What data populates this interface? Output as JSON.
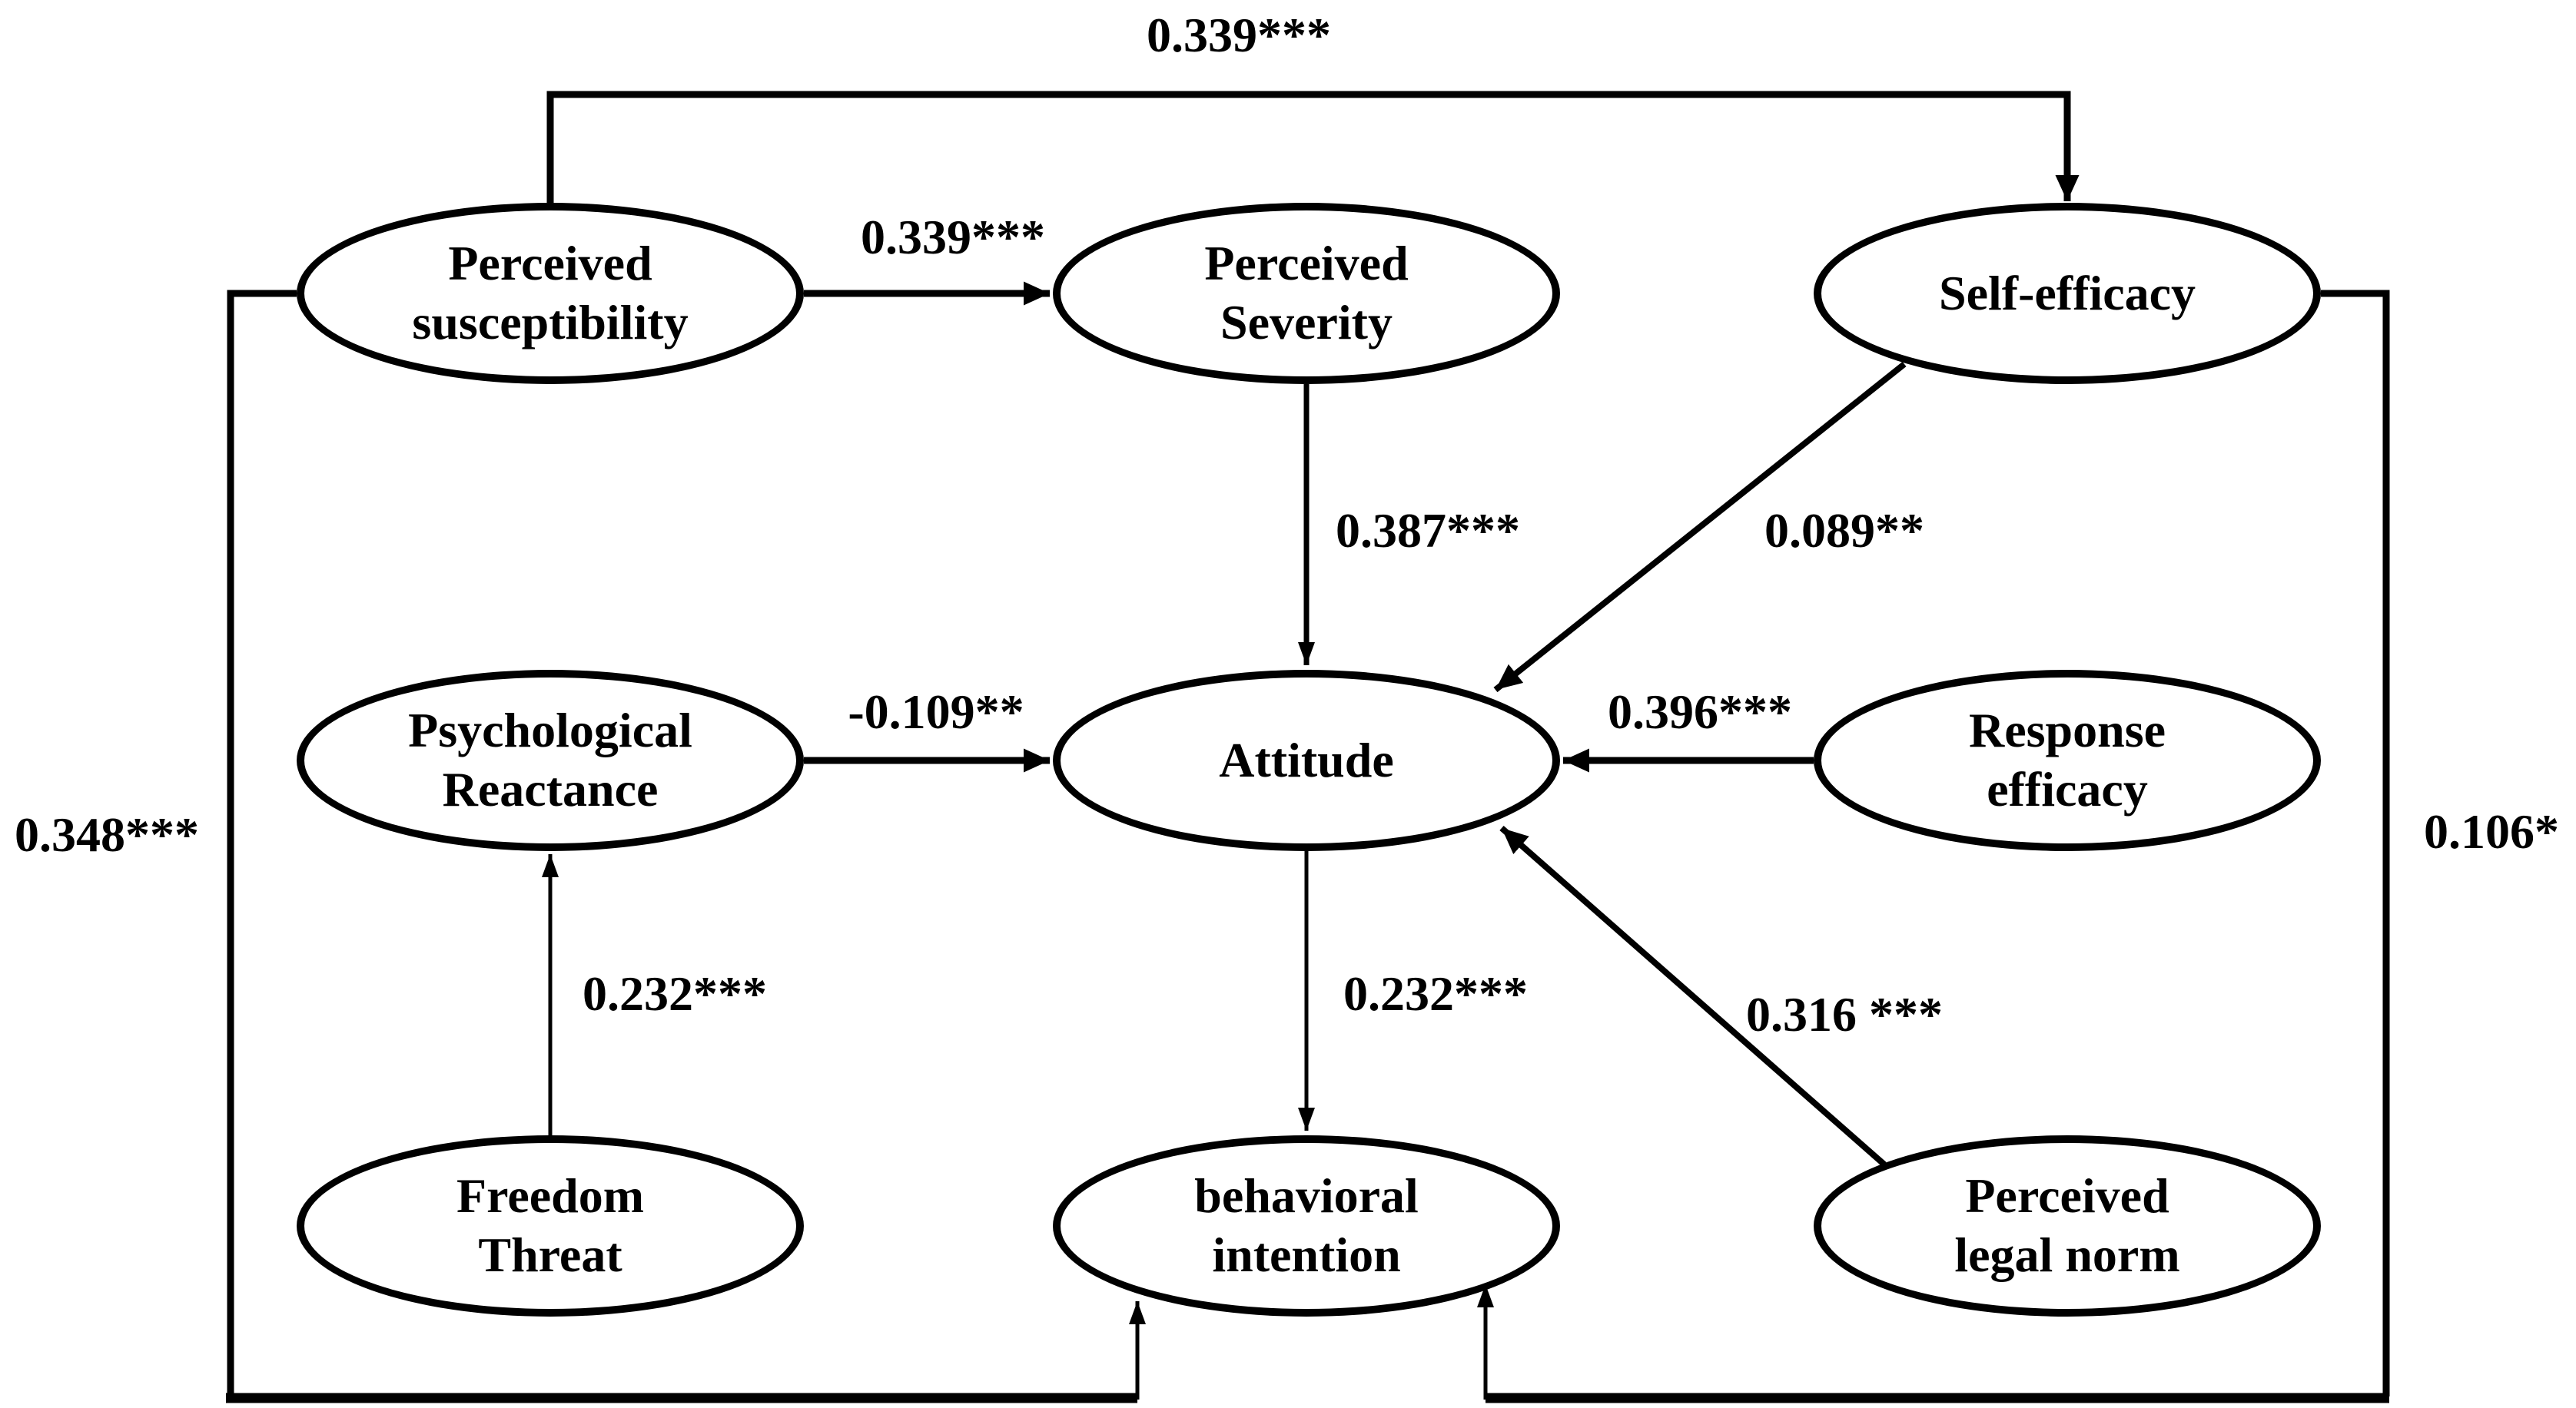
{
  "figure": {
    "background_color": "#ffffff",
    "line_color": "#000000",
    "text_color": "#000000"
  },
  "diagram": {
    "nodes": {
      "perceived_susceptibility": {
        "label": "Perceived susceptibility",
        "lines": [
          "Perceived",
          "susceptibility"
        ]
      },
      "perceived_severity": {
        "label": "Perceived Severity",
        "lines": [
          "Perceived",
          "Severity"
        ]
      },
      "self_efficacy": {
        "label": "Self-efficacy",
        "lines": [
          "Self-efficacy"
        ]
      },
      "psychological_reactance": {
        "label": "Psychological Reactance",
        "lines": [
          "Psychological",
          "Reactance"
        ]
      },
      "attitude": {
        "label": "Attitude",
        "lines": [
          "Attitude"
        ]
      },
      "response_efficacy": {
        "label": "Response efficacy",
        "lines": [
          "Response",
          "efficacy"
        ]
      },
      "freedom_threat": {
        "label": "Freedom Threat",
        "lines": [
          "Freedom",
          "Threat"
        ]
      },
      "behavioral_intention": {
        "label": "behavioral intention",
        "lines": [
          "behavioral",
          "intention"
        ]
      },
      "perceived_legal_norm": {
        "label": "Perceived legal norm",
        "lines": [
          "Perceived",
          "legal norm"
        ]
      }
    },
    "edges": [
      {
        "from": "Perceived susceptibility",
        "to": "Self-efficacy",
        "label": "0.339***"
      },
      {
        "from": "Perceived susceptibility",
        "to": "Perceived Severity",
        "label": "0.339***"
      },
      {
        "from": "Perceived Severity",
        "to": "Attitude",
        "label": "0.387***"
      },
      {
        "from": "Self-efficacy",
        "to": "Attitude",
        "label": "0.089**"
      },
      {
        "from": "Psychological Reactance",
        "to": "Attitude",
        "label": "-0.109**"
      },
      {
        "from": "Response efficacy",
        "to": "Attitude",
        "label": "0.396***"
      },
      {
        "from": "Freedom Threat",
        "to": "Psychological Reactance",
        "label": "0.232***"
      },
      {
        "from": "Attitude",
        "to": "behavioral intention",
        "label": "0.232***"
      },
      {
        "from": "Perceived legal norm",
        "to": "Attitude",
        "label": "0.316 ***"
      },
      {
        "from": "Perceived susceptibility",
        "to": "behavioral intention",
        "label": "0.348***"
      },
      {
        "from": "Self-efficacy",
        "to": "behavioral intention",
        "label": "0.106*"
      }
    ]
  }
}
